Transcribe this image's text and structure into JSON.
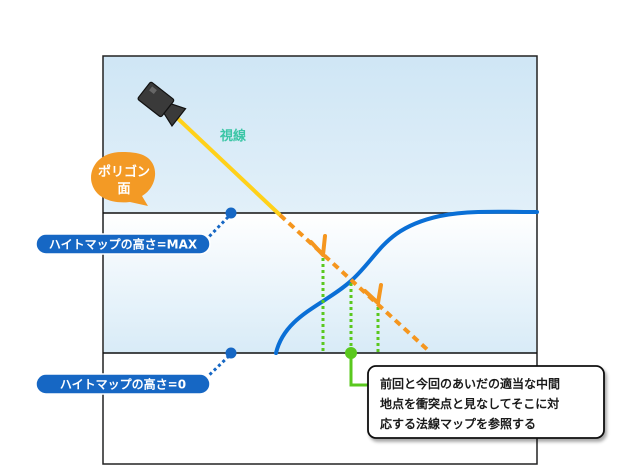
{
  "labels": {
    "sight_line": "視線",
    "polygon_face": [
      "ポリゴン",
      "面"
    ],
    "height_max": "ハイトマップの高さ=MAX",
    "height_zero": "ハイトマップの高さ=0",
    "callout": [
      "前回と今回のあいだの適当な中間",
      "地点を衝突点と見なしてそこに対",
      "応する法線マップを参照する"
    ]
  },
  "colors": {
    "sky_top": "#d2e8f6",
    "sky_bottom": "#ffffff",
    "sight_line": "#ffd11a",
    "sight_line_dashed": "#f5961e",
    "surface_curve": "#0a6fd6",
    "pill_fill": "#1667c4",
    "bubble_fill": "#f39a25",
    "marker_green": "#5ac81e",
    "frame": "#222222"
  },
  "icons": [
    "camera-icon"
  ]
}
